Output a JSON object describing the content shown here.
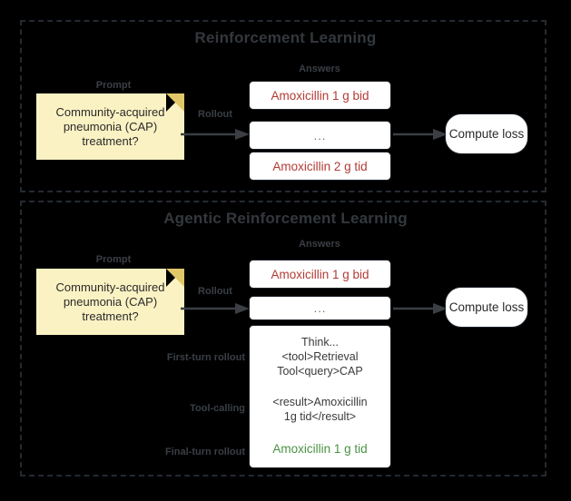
{
  "panels": [
    {
      "id": "rl",
      "title": "Reinforcement Learning",
      "prompt_label": "Prompt",
      "prompt_text": "Community-acquired pneumonia (CAP) treatment?",
      "answers_label": "Answers",
      "rollout_label": "Rollout",
      "answers": [
        "Amoxicillin 1 g bid",
        "...",
        "Amoxicillin 2 g tid"
      ],
      "output_label": "Compute loss"
    },
    {
      "id": "agentic",
      "title": "Agentic Reinforcement Learning",
      "prompt_label": "Prompt",
      "prompt_text": "Community-acquired pneumonia (CAP) treatment?",
      "answers_label": "Answers",
      "rollout_label": "Rollout",
      "answers": [
        "Amoxicillin 1 g bid",
        "..."
      ],
      "trajectory_labels": {
        "first_turn": "First-turn rollout",
        "tool_calling": "Tool-calling",
        "final_turn": "Final-turn rollout"
      },
      "trajectory": {
        "first_turn": "Think...\n<tool>Retrieval\nTool<query>CAP",
        "tool_calling": "<result>Amoxicillin\n1g tid</result>",
        "final_turn": "Amoxicillin 1 g tid"
      },
      "output_label": "Compute loss"
    }
  ],
  "colors": {
    "background": "#000000",
    "panel_border": "#242a31",
    "title_gray": "#33383d",
    "caption_gray": "#3a3f45",
    "note_yellow": "#fbf2c3",
    "note_fold": "#e2c768",
    "answer_red": "#b23b35",
    "answer_green": "#4a9244",
    "box_border": "#1b2229",
    "box_fill": "#ffffff",
    "arrow_gray": "#3b3f44"
  }
}
